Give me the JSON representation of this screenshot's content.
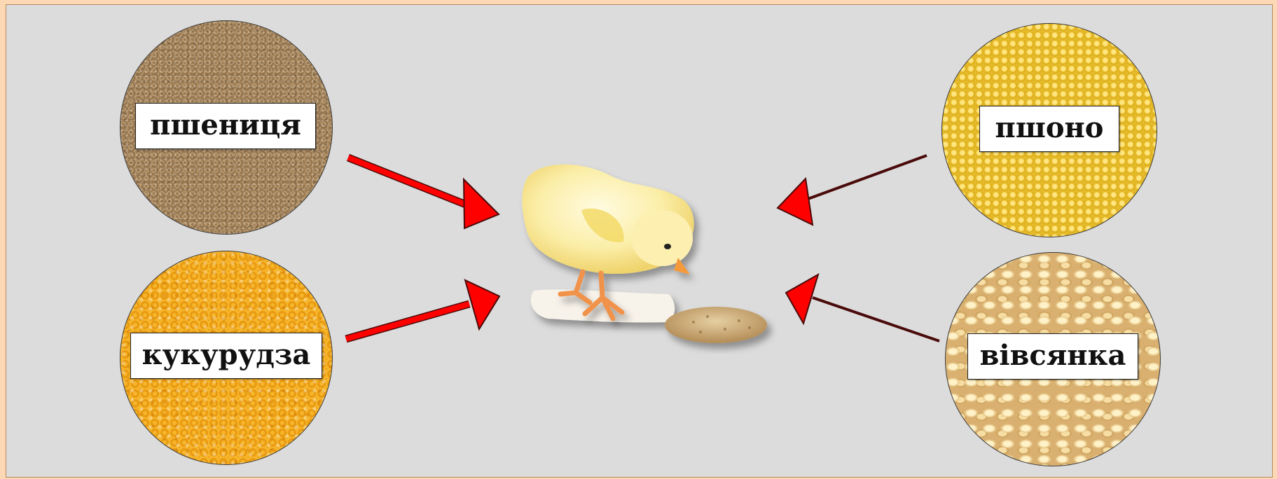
{
  "labels": {
    "wheat": "пшениця",
    "corn": "кукурудза",
    "millet": "пшоно",
    "oats": "вівсянка"
  },
  "icons": {
    "center": "chick-eating-icon",
    "arrows": "arrow-icon"
  },
  "colors": {
    "background": "#dcdcdc",
    "frame": "#fcd9b4",
    "arrow_red": "#ff0000",
    "arrow_dark": "#4a0a0a"
  }
}
